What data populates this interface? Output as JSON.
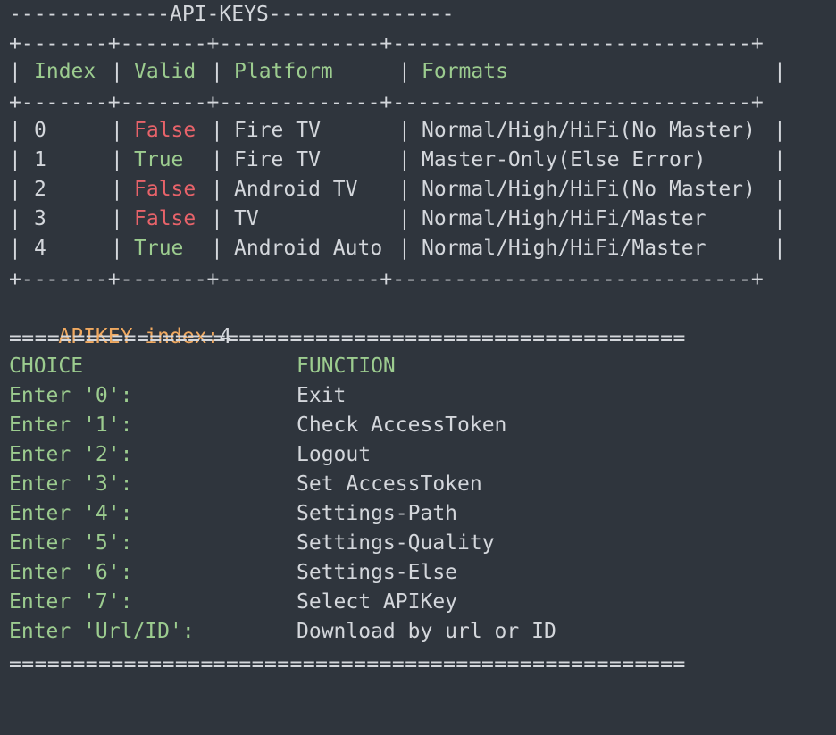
{
  "title_line": "-------------API-KEYS---------------",
  "table": {
    "border": "+-------+-------+-------------+-----------------------------+",
    "headers": [
      "Index",
      "Valid",
      "Platform",
      "Formats"
    ],
    "rows": [
      {
        "index": "0",
        "valid": "False",
        "platform": "Fire TV",
        "formats": "Normal/High/HiFi(No Master)"
      },
      {
        "index": "1",
        "valid": "True",
        "platform": "Fire TV",
        "formats": "Master-Only(Else Error)"
      },
      {
        "index": "2",
        "valid": "False",
        "platform": "Android TV",
        "formats": "Normal/High/HiFi(No Master)"
      },
      {
        "index": "3",
        "valid": "False",
        "platform": "TV",
        "formats": "Normal/High/HiFi/Master"
      },
      {
        "index": "4",
        "valid": "True",
        "platform": "Android Auto",
        "formats": "Normal/High/HiFi/Master"
      }
    ]
  },
  "apikey": {
    "label": "APIKEY index:",
    "value": "4"
  },
  "separator": "=====================================================",
  "menu": {
    "header_choice": "CHOICE",
    "header_function": "FUNCTION",
    "items": [
      {
        "choice": "Enter '0':",
        "function": "Exit"
      },
      {
        "choice": "Enter '1':",
        "function": "Check AccessToken"
      },
      {
        "choice": "Enter '2':",
        "function": "Logout"
      },
      {
        "choice": "Enter '3':",
        "function": "Set AccessToken"
      },
      {
        "choice": "Enter '4':",
        "function": "Settings-Path"
      },
      {
        "choice": "Enter '5':",
        "function": "Settings-Quality"
      },
      {
        "choice": "Enter '6':",
        "function": "Settings-Else"
      },
      {
        "choice": "Enter '7':",
        "function": "Select APIKey"
      },
      {
        "choice": "Enter 'Url/ID':",
        "function": "Download by url or ID"
      }
    ]
  },
  "colors": {
    "background": "#2f353d",
    "text": "#d4d7dc",
    "green": "#9ccc8f",
    "red": "#e8636a",
    "orange": "#f0a960"
  }
}
